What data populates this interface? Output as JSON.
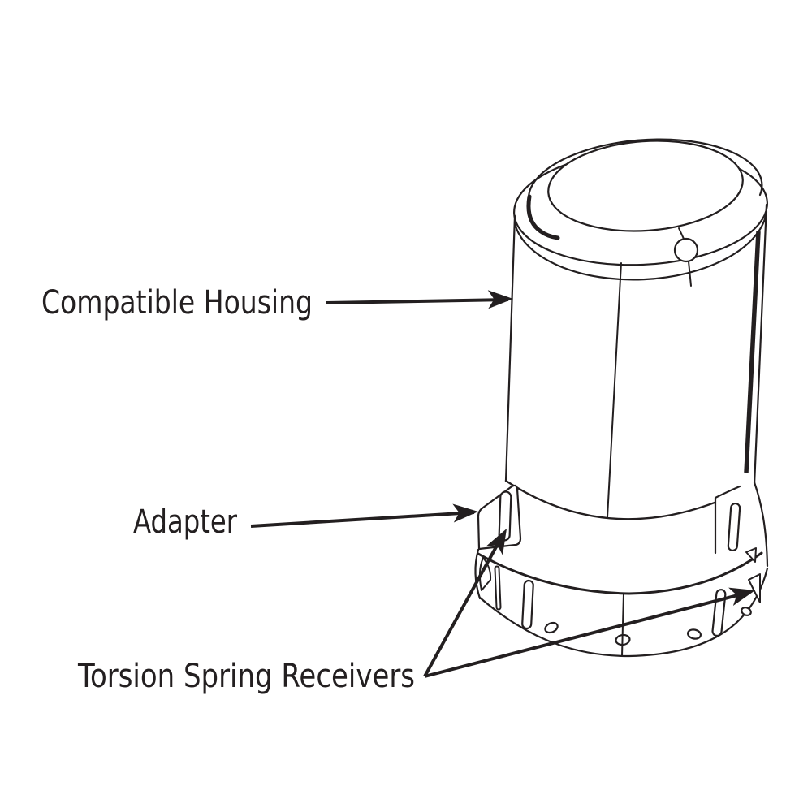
{
  "diagram": {
    "title": "Compatible housing and adapter exploded-view diagram",
    "background_color": "#ffffff",
    "ink_color": "#231f20",
    "callouts": [
      {
        "label": "Compatible Housing",
        "target": "housing-body",
        "arrow_count": 1
      },
      {
        "label": "Adapter",
        "target": "adapter-band",
        "arrow_count": 1
      },
      {
        "label": "Torsion Spring Receivers",
        "target": "torsion-spring-receiver-slots",
        "arrow_count": 2
      }
    ]
  }
}
